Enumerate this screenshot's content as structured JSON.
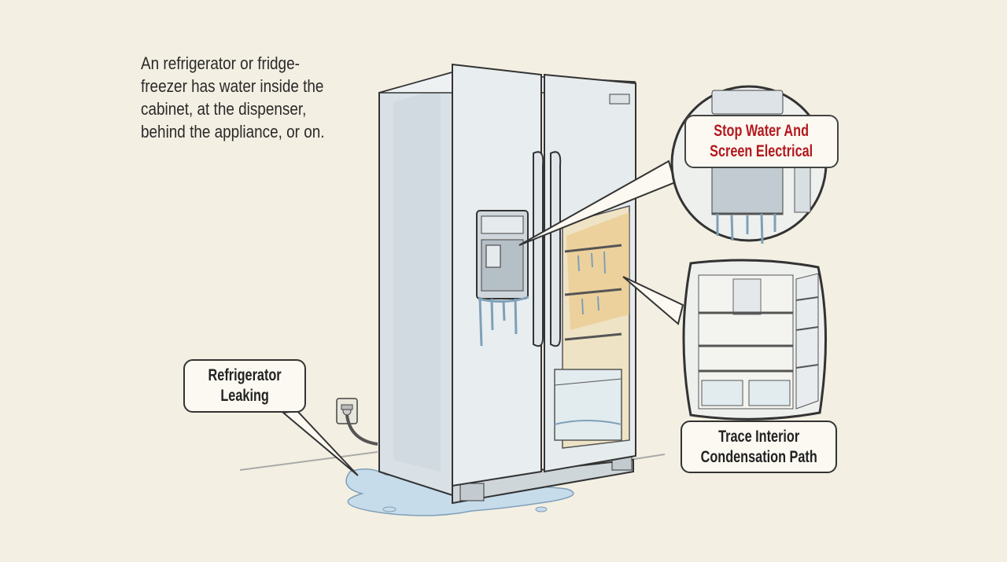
{
  "intro_text": "An refrigerator or fridge-freezer has water inside the cabinet, at the dispenser, behind the appliance, or on.",
  "labels": {
    "leak_line1": "Refrigerator",
    "leak_line2": "Leaking",
    "stop_line1": "Stop Water And",
    "stop_line2": "Screen Electrical",
    "trace_line1": "Trace Interior",
    "trace_line2": "Condensation Path"
  },
  "colors": {
    "background": "#f3efe2",
    "ink": "#333333",
    "alert_red": "#b3191f",
    "water_blue": "#b9d3e8",
    "mold_orange": "#e9c27a"
  }
}
